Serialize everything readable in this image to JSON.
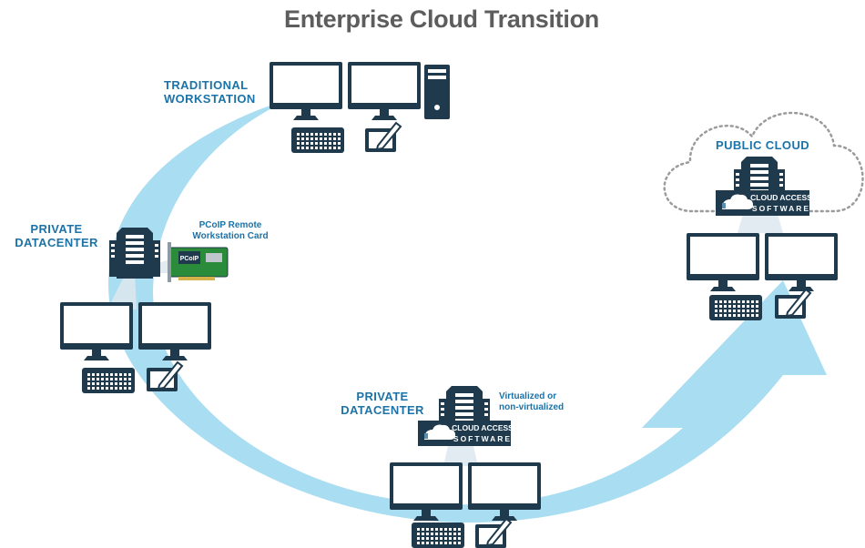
{
  "title": "Enterprise Cloud Transition",
  "nodes": {
    "traditional_workstation": {
      "label_line1": "TRADITIONAL",
      "label_line2": "WORKSTATION"
    },
    "private_datacenter_left": {
      "label_line1": "PRIVATE",
      "label_line2": "DATACENTER",
      "card_note_line1": "PCoIP Remote",
      "card_note_line2": "Workstation Card",
      "card_chip_label": "PCoIP"
    },
    "private_datacenter_bottom": {
      "label_line1": "PRIVATE",
      "label_line2": "DATACENTER",
      "note_line1": "Virtualized or",
      "note_line2": "non-virtualized"
    },
    "public_cloud": {
      "label": "PUBLIC CLOUD"
    }
  },
  "badge": {
    "line1": "CLOUD ACCESS",
    "line2": "SOFTWARE"
  },
  "colors": {
    "arrow": "#a9ddf1",
    "device": "#1f3a4d",
    "label": "#1b73a8",
    "title": "#5d5d5d",
    "card_pcb": "#2a8c3a",
    "cloud_outline": "#9b9b9b",
    "badge_bg": "#1f3a4d"
  },
  "icons": [
    "monitor-icon",
    "keyboard-icon",
    "tablet-pen-icon",
    "tower-pc-icon",
    "server-icon",
    "pcie-card-icon",
    "cloud-icon",
    "cloud-access-logo-icon"
  ]
}
